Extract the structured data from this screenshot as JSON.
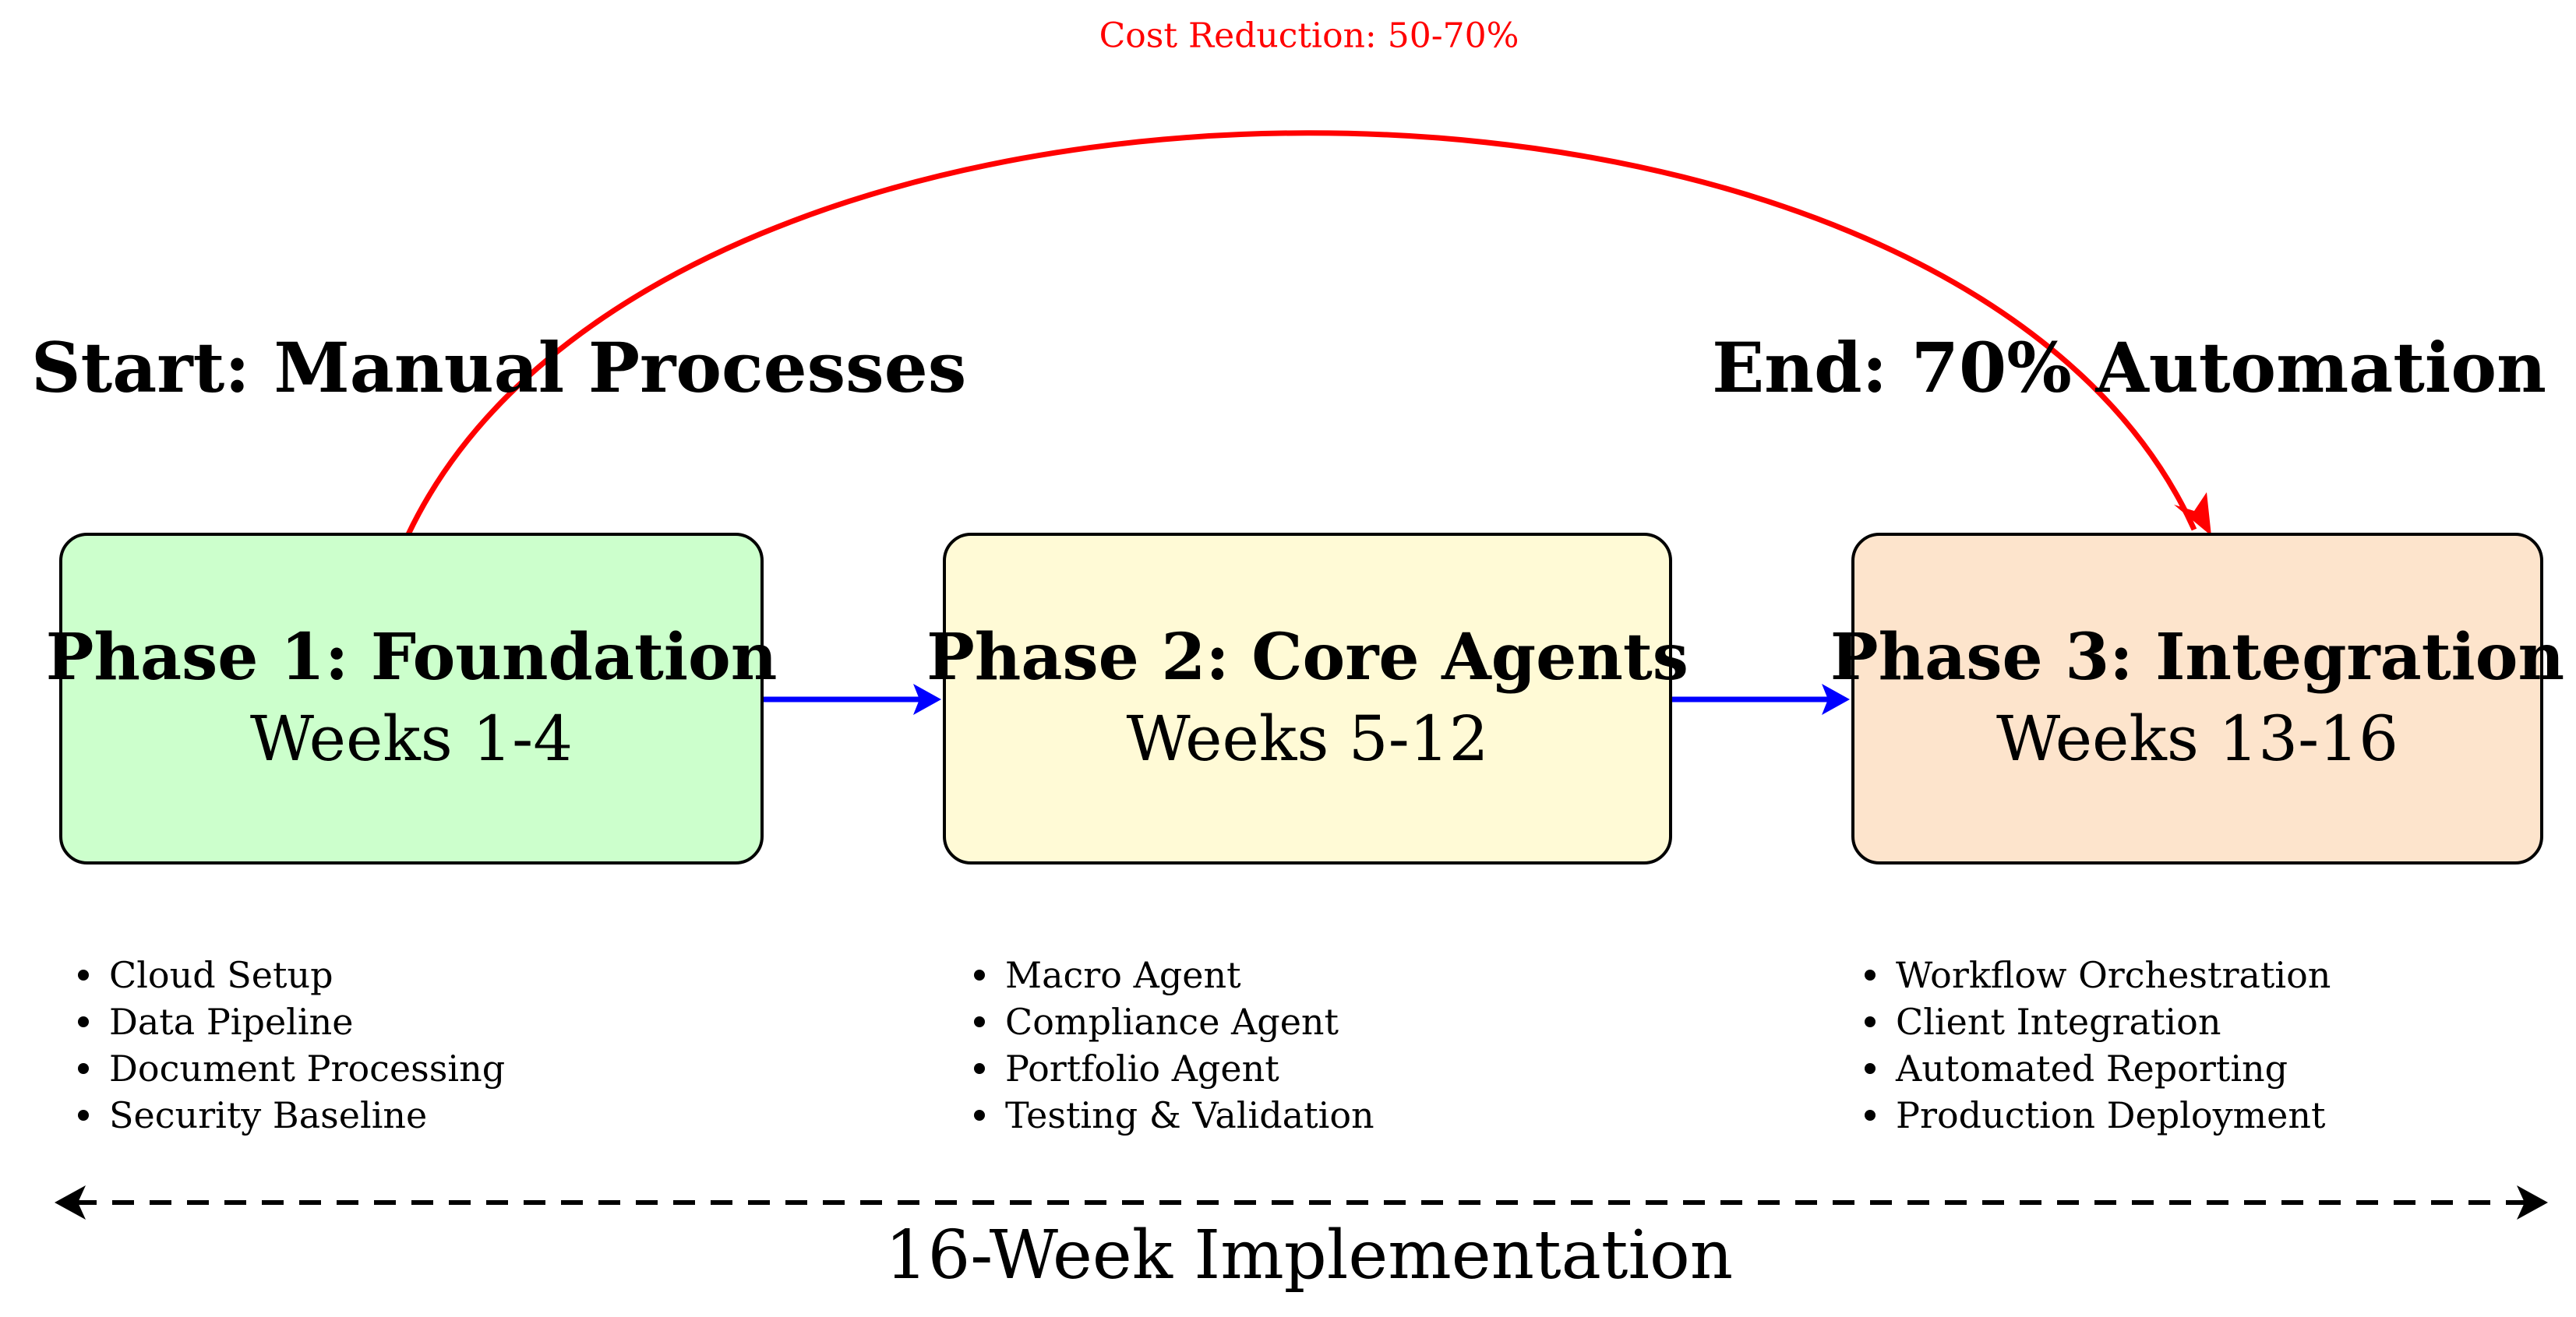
{
  "cost_reduction": {
    "label": "Cost Reduction: 50-70%",
    "color": "#ff0000"
  },
  "start_label": "Start: Manual Processes",
  "end_label": "End: 70% Automation",
  "phases": [
    {
      "title": "Phase 1: Foundation",
      "weeks": "Weeks 1-4",
      "fill": "#ccffcc",
      "tasks": [
        "Cloud Setup",
        "Data Pipeline",
        "Document Processing",
        "Security Baseline"
      ]
    },
    {
      "title": "Phase 2: Core Agents",
      "weeks": "Weeks 5-12",
      "fill": "#fffad6",
      "tasks": [
        "Macro Agent",
        "Compliance Agent",
        "Portfolio Agent",
        "Testing & Validation"
      ]
    },
    {
      "title": "Phase 3: Integration",
      "weeks": "Weeks 13-16",
      "fill": "#fde4cc",
      "tasks": [
        "Workflow Orchestration",
        "Client Integration",
        "Automated Reporting",
        "Production Deployment"
      ]
    }
  ],
  "phase_connector_color": "#0000ff",
  "timeline": {
    "label": "16-Week Implementation"
  }
}
